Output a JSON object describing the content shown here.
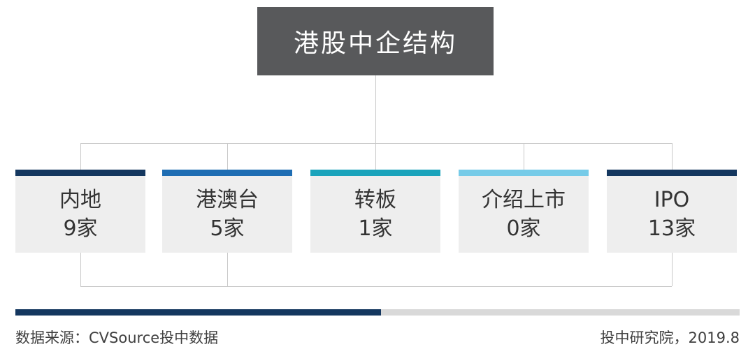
{
  "title": "港股中企结构",
  "nodes": [
    {
      "label": "内地",
      "count": "9家",
      "accent": "#14375f"
    },
    {
      "label": "港澳台",
      "count": "5家",
      "accent": "#1e6db3"
    },
    {
      "label": "转板",
      "count": "1家",
      "accent": "#1aa3bb"
    },
    {
      "label": "介绍上市",
      "count": "0家",
      "accent": "#76cbe8"
    },
    {
      "label": "IPO",
      "count": "13家",
      "accent": "#14375f"
    }
  ],
  "footer": {
    "source": "数据来源：CVSource投中数据",
    "credit": "投中研究院，2019.8"
  },
  "colors": {
    "root_box": "#58595b",
    "node_body": "#eeeeee",
    "connector": "#c9c9c9",
    "bar_fill": "#14375f",
    "bar_track": "#d9d9d9"
  }
}
